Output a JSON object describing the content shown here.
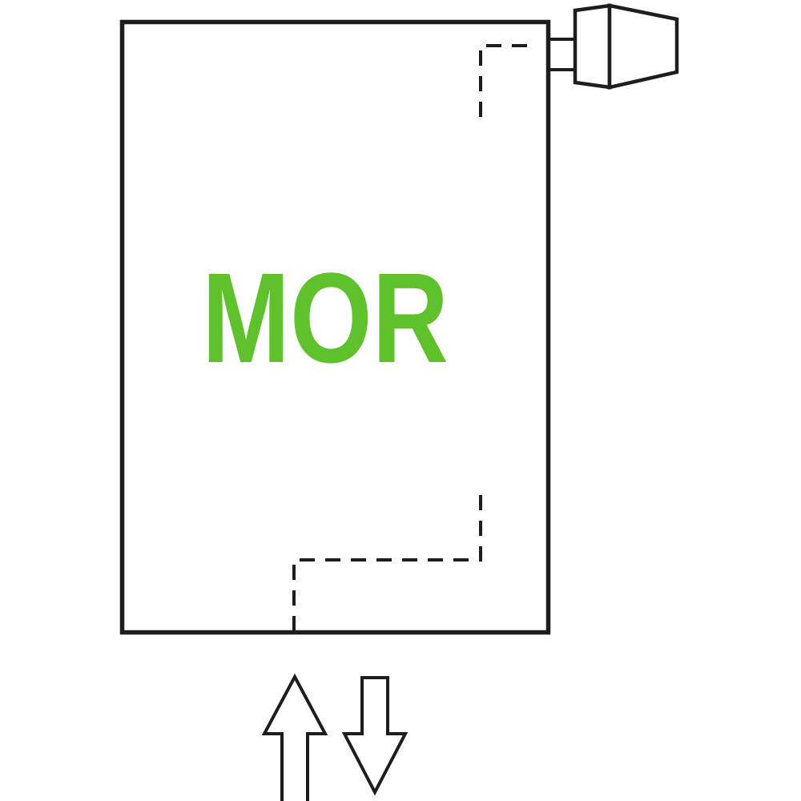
{
  "diagram": {
    "label": "MOR",
    "label_color": "#5fc22d",
    "stroke_color": "#1d1d1b",
    "background_color": "#ffffff",
    "components": {
      "radiator_body": "radiator-body-outline",
      "valve": "valve-fitting-top-right",
      "pipe_stub": "valve-pipe-stub",
      "internal_pipe": "dashed-internal-pipe-path",
      "up_arrow": "flow-up-arrow",
      "down_arrow": "flow-down-arrow"
    }
  }
}
